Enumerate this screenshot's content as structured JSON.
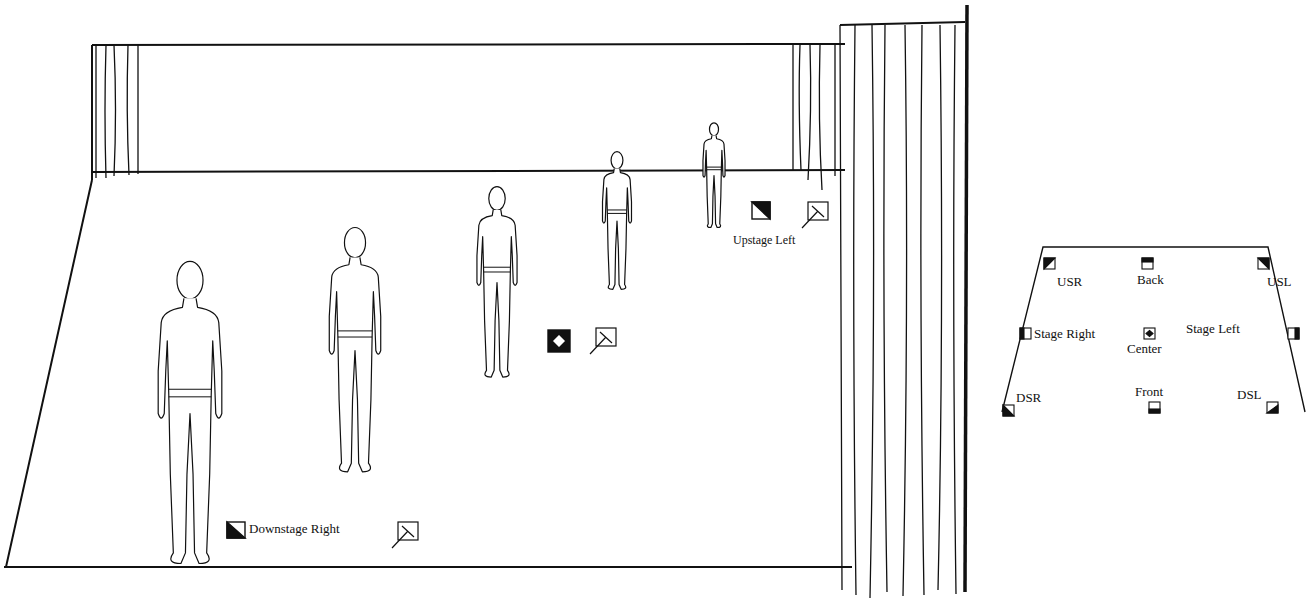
{
  "diagram": {
    "labels": [
      "Downstage Right",
      "Upstage Left",
      "USR",
      "Back",
      "USL",
      "Stage Right",
      "Center",
      "Stage Left",
      "DSR",
      "Front",
      "DSL"
    ]
  }
}
